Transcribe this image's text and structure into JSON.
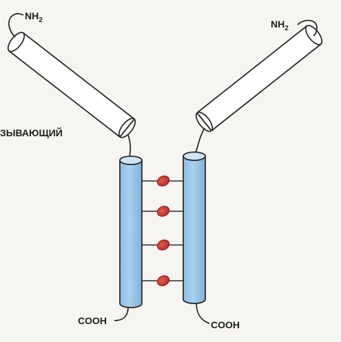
{
  "labels": {
    "nh2_left": "NH",
    "nh2_right": "NH",
    "nh2_subscript": "2",
    "binding_label": "ЗЫВАЮЩИЙ",
    "cooh_left": "COOH",
    "cooh_right": "COOH"
  },
  "colors": {
    "background": "#f7f5f1",
    "helix_fill": "#9fc8e8",
    "helix_top": "#cfe4f4",
    "outline": "#2a2a2a",
    "disulfide_bond": "#c9302c",
    "arm_fill": "#ffffff"
  },
  "structure": {
    "disulfide_bonds": 4
  }
}
